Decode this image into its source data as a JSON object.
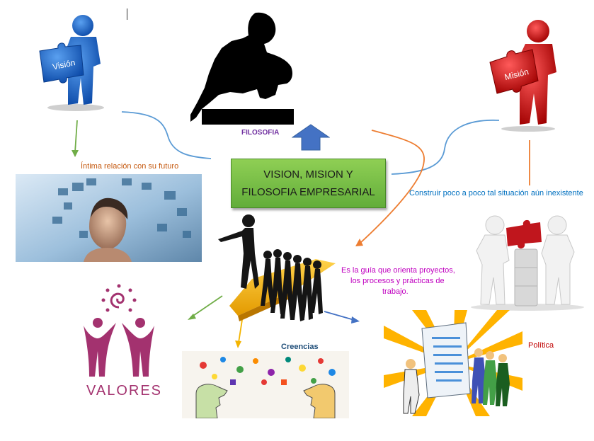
{
  "title": {
    "line1": "VISION, MISION Y",
    "line2": "FILOSOFIA EMPRESARIAL"
  },
  "labels": {
    "filosofia": "FILOSOFIA",
    "vision_relation": "Íntima relación con su futuro",
    "mision_relation": "Construir poco a poco tal situación aún inexistente",
    "guia_line1": "Es la guía que orienta proyectos,",
    "guia_line2": "los procesos y prácticas de",
    "guia_line3": "trabajo.",
    "creencias": "Creencias",
    "politica": "Política",
    "valores": "VALORES"
  },
  "pieces": {
    "vision": "Visión",
    "mision": "Misión"
  },
  "colors": {
    "title_box": "#6ab43e",
    "filosofia_label": "#7030a0",
    "vision_relation": "#c55a11",
    "mision_relation": "#0070c0",
    "guia": "#c000c0",
    "creencias": "#1f4e79",
    "politica": "#c00000",
    "valores": "#a3326f",
    "blue_figure": "#1f6fd0",
    "red_figure": "#d11818",
    "up_arrow": "#4472c4"
  },
  "icons": [
    "thinker-silhouette-icon",
    "up-arrow-icon",
    "blue-puzzle-figure-icon",
    "red-puzzle-figure-icon",
    "digital-face-icon",
    "puzzle-assembly-icon",
    "leader-figures-icon",
    "valores-logo-icon",
    "creencias-heads-icon",
    "politica-presentation-icon"
  ]
}
